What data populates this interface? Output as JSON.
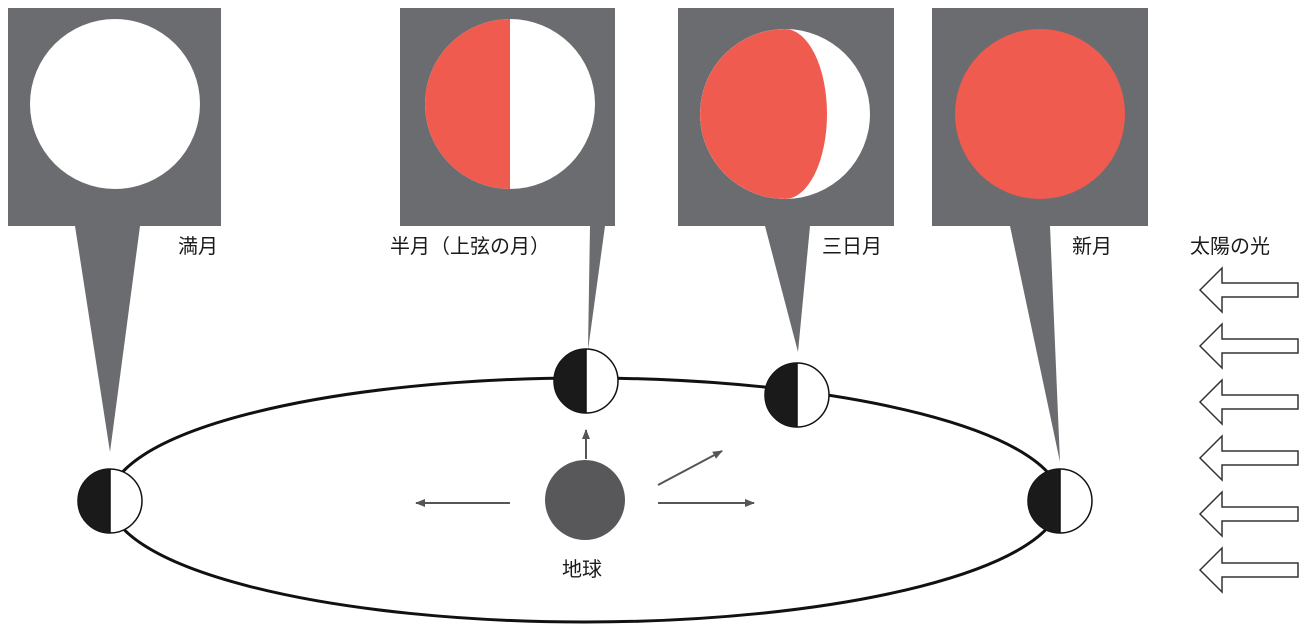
{
  "colors": {
    "panel": "#6b6c70",
    "lit": "#ffffff",
    "shadow_view": "#ef5b4f",
    "moon_dark": "#1a1a1a",
    "earth": "#58585a",
    "orbit": "#111111",
    "arrow": "#555555"
  },
  "phases": [
    {
      "label": "満月",
      "view_shadow_fraction": 0.0
    },
    {
      "label": "半月（上弦の月）",
      "view_shadow_fraction": 0.5
    },
    {
      "label": "三日月",
      "view_shadow_fraction": 0.75
    },
    {
      "label": "新月",
      "view_shadow_fraction": 1.0
    }
  ],
  "earth": {
    "label": "地球"
  },
  "sunlight": {
    "label": "太陽の光",
    "arrow_count": 6,
    "arrow_icon": "left-arrow-outline-icon"
  }
}
